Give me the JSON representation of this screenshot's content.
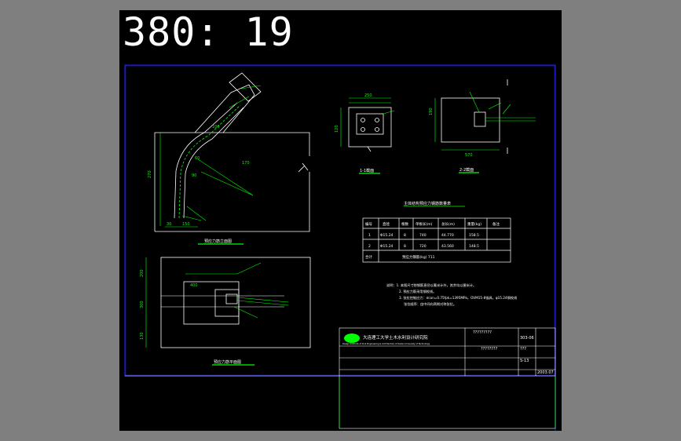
{
  "overlay": {
    "label": "380: 19"
  },
  "colors": {
    "background": "#000000",
    "frame": "#2323ff",
    "lines": "#ffffff",
    "dims": "#00ff00",
    "annot": "#00ff00",
    "accent": "#ffff00"
  },
  "drawing": {
    "views": {
      "elevation_title": "预应力筋立面图",
      "plan_title": "预应力筋平面图",
      "section1_title": "1-1截面",
      "section2_title": "2-2截面"
    },
    "dims": {
      "d150": "150",
      "d30": "30",
      "d270": "270",
      "d100": "100",
      "d60": "60",
      "d90": "90",
      "d170": "170",
      "d190": "190",
      "d570": "570",
      "d200": "200",
      "d300": "300",
      "d130": "130",
      "d400": "400",
      "d250": "250",
      "d120": "120"
    },
    "table": {
      "title": "主体结构预应力钢筋数量表",
      "headers": [
        "编号",
        "直径",
        "根数",
        "单根长(m)",
        "总长(m)",
        "重量(kg)",
        "备注"
      ],
      "rows": [
        [
          "1",
          "Φ15.24",
          "8",
          "740",
          "44.770",
          "158.5",
          ""
        ],
        [
          "2",
          "Φ15.24",
          "8",
          "720",
          "43.560",
          "148.5",
          ""
        ]
      ],
      "total_label": "合计",
      "total_value": "预应力钢筋(kg) 711"
    },
    "notes": [
      "说明：1. 本图尺寸除钢筋直径以毫米计外，其余均以厘米计。",
      "2. 预应力筋采用钢绞线。",
      "3. 张拉控制应力：σcon=0.75fpk=1395MPa，OVM15-8锚具，φ15.24钢绞线",
      "张拉顺序：由中间向两侧对称张拉。"
    ],
    "title_block": {
      "school_cn": "大连理工大学土木水利设计研究院",
      "school_en": "Design Institute of Civil Engineering & Architecture of Dalian University of Technology",
      "cells": [
        "303-06",
        "???",
        "S-13",
        "2003.07",
        "????????",
        "?????????"
      ]
    }
  }
}
